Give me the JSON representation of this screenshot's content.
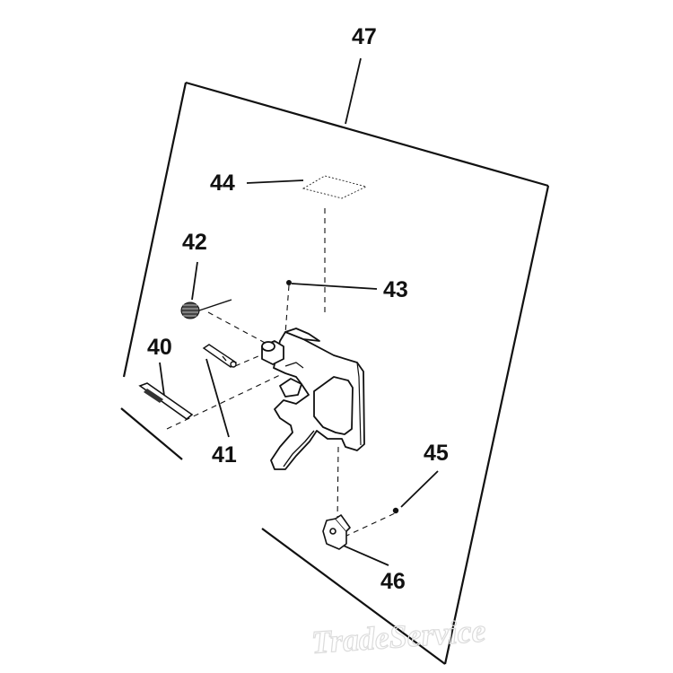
{
  "diagram": {
    "callouts": {
      "c40": "40",
      "c41": "41",
      "c42": "42",
      "c43": "43",
      "c44": "44",
      "c45": "45",
      "c46": "46",
      "c47": "47"
    },
    "watermark": "TradeService"
  }
}
